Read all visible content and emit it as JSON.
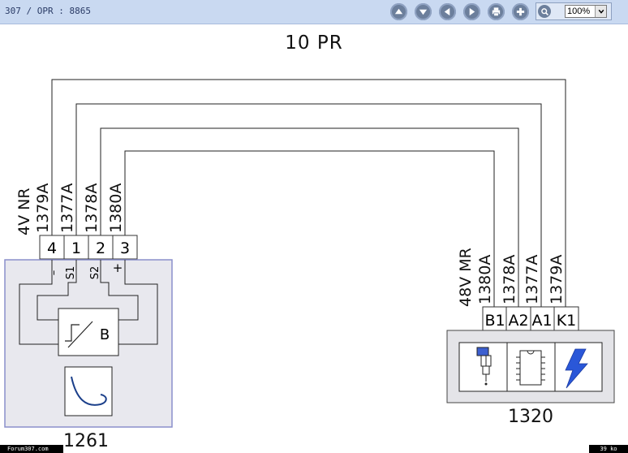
{
  "header": {
    "breadcrumb": "307  /  OPR : 8865"
  },
  "toolbar": {
    "buttons": [
      "up-icon",
      "down-icon",
      "previous-icon",
      "next-icon",
      "print-icon",
      "zoom-in-icon"
    ],
    "zoom_value": "100%"
  },
  "diagram": {
    "title": "10 PR",
    "left_connector": {
      "id": "1261",
      "wire_prefix": "4V  NR",
      "wires": [
        "1379A",
        "1377A",
        "1378A",
        "1380A"
      ],
      "pins": [
        "4",
        "1",
        "2",
        "3"
      ],
      "internal_labels": [
        "–",
        "S1",
        "S2",
        "+"
      ],
      "component_letter": "B"
    },
    "right_connector": {
      "id": "1320",
      "wire_prefix": "48V  MR",
      "wires": [
        "1380A",
        "1378A",
        "1377A",
        "1379A"
      ],
      "pins": [
        "B1",
        "A2",
        "A1",
        "K1"
      ]
    }
  },
  "footer": {
    "left": "Forum307.com",
    "right": "39 ko"
  },
  "colors": {
    "toolbar_bg": "#c9d9f1",
    "component_border": "#8a8fcc",
    "component_fill": "#e6e6ec",
    "bolt": "#2a57d8"
  }
}
